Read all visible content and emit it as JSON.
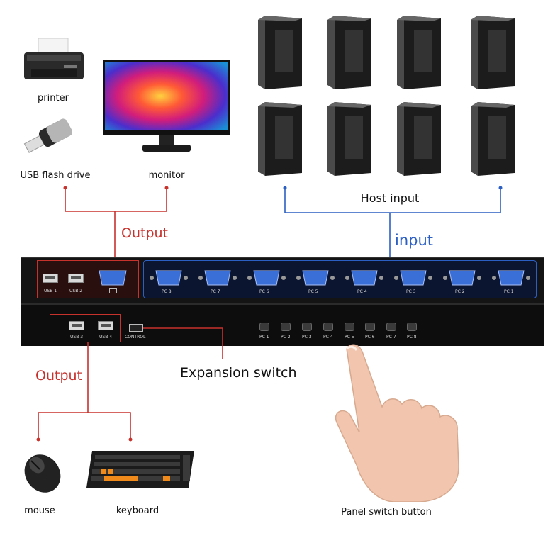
{
  "peripherals": {
    "printer": "printer",
    "usb_flash_drive": "USB flash drive",
    "monitor": "monitor",
    "mouse": "mouse",
    "keyboard": "keyboard"
  },
  "annotations": {
    "output_top": "Output",
    "output_bottom": "Output",
    "host_input": "Host input",
    "input": "input",
    "expansion_switch": "Expansion switch",
    "panel_switch_button": "Panel switch button"
  },
  "top_panel": {
    "usb_ports": [
      "USB 1",
      "USB 2"
    ],
    "vga_ports": [
      "PC 8",
      "PC 7",
      "PC 6",
      "PC 5",
      "PC 4",
      "PC 3",
      "PC 2",
      "PC 1"
    ]
  },
  "bottom_panel": {
    "usb_ports": [
      "USB 3",
      "USB 4"
    ],
    "control_label": "CONTROL",
    "buttons": [
      "PC 1",
      "PC 2",
      "PC 3",
      "PC 4",
      "PC 5",
      "PC 6",
      "PC 7",
      "PC 8"
    ]
  },
  "colors": {
    "output": "#c8322d",
    "input": "#2c5fc4",
    "panel": "#141414"
  }
}
